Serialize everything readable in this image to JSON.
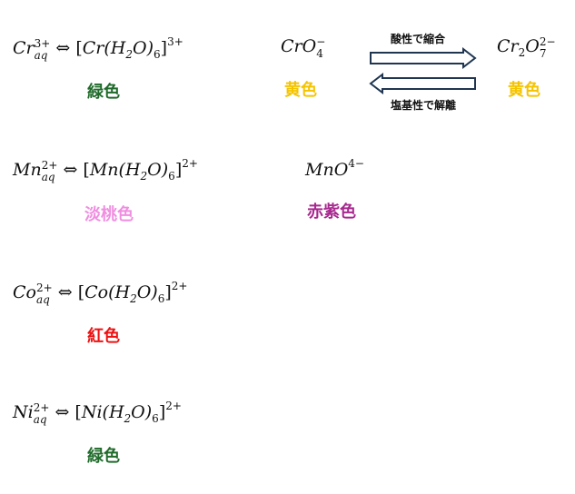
{
  "colors": {
    "green": "#1f6b2a",
    "yellow": "#f5c400",
    "pink": "#f08ee0",
    "magenta": "#a8288f",
    "red": "#ee1111"
  },
  "chromium": {
    "ion_symbol": "Cr",
    "ion_sub": "aq",
    "ion_charge": "3+",
    "equiv": "⇔",
    "complex_open": "[",
    "complex_metal": "Cr",
    "complex_ligand_open": "(H",
    "ligand_h_sub": "2",
    "ligand_o": "O)",
    "ligand_count": "6",
    "complex_close": "]",
    "complex_charge": "3+",
    "color_label": "緑色"
  },
  "chromate": {
    "formula": "CrO",
    "sub": "4",
    "charge": "−",
    "color_label": "黄色"
  },
  "dichromate": {
    "cr": "Cr",
    "cr_sub": "2",
    "o": "O",
    "o_sub": "7",
    "charge": "2−",
    "color_label": "黄色"
  },
  "conversion": {
    "acidic_label": "酸性で縮合",
    "basic_label": "塩基性で解離"
  },
  "manganese": {
    "ion_symbol": "Mn",
    "ion_sub": "aq",
    "ion_charge": "2+",
    "equiv": "⇔",
    "complex_open": "[",
    "complex_metal": "Mn",
    "complex_ligand_open": "(H",
    "ligand_h_sub": "2",
    "ligand_o": "O)",
    "ligand_count": "6",
    "complex_close": "]",
    "complex_charge": "2+",
    "color_label": "淡桃色"
  },
  "permanganate": {
    "formula": "MnO",
    "charge": "4−",
    "color_label": "赤紫色"
  },
  "cobalt": {
    "ion_symbol": "Co",
    "ion_sub": "aq",
    "ion_charge": "2+",
    "equiv": "⇔",
    "complex_open": "[",
    "complex_metal": "Co",
    "complex_ligand_open": "(H",
    "ligand_h_sub": "2",
    "ligand_o": "O)",
    "ligand_count": "6",
    "complex_close": "]",
    "complex_charge": "2+",
    "color_label": "紅色"
  },
  "nickel": {
    "ion_symbol": "Ni",
    "ion_sub": "aq",
    "ion_charge": "2+",
    "equiv": "⇔",
    "complex_open": "[",
    "complex_metal": "Ni",
    "complex_ligand_open": "(H",
    "ligand_h_sub": "2",
    "ligand_o": "O)",
    "ligand_count": "6",
    "complex_close": "]",
    "complex_charge": "2+",
    "color_label": "緑色"
  }
}
